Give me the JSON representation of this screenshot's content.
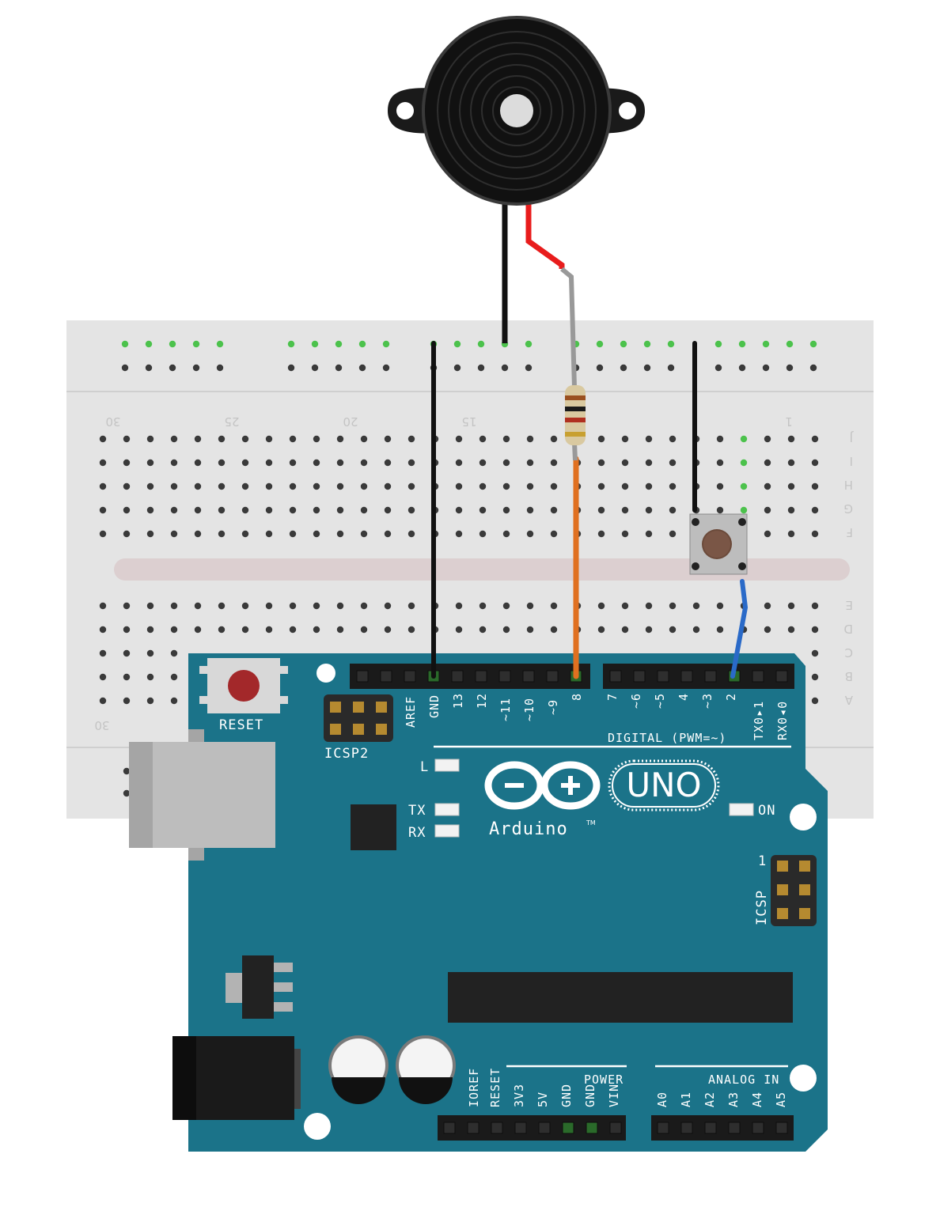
{
  "breadboard": {
    "column_numbers": [
      "30",
      "25",
      "20",
      "15",
      "1",
      "30"
    ],
    "row_letters_top": [
      "J",
      "I",
      "H",
      "G",
      "F"
    ],
    "row_letters_bottom": [
      "E",
      "D",
      "C",
      "B",
      "A"
    ]
  },
  "board": {
    "reset_label": "RESET",
    "icsp2_label": "ICSP2",
    "icsp_label": "ICSP",
    "icsp_pin1": "1",
    "led_l": "L",
    "led_tx": "TX",
    "led_rx": "RX",
    "led_on": "ON",
    "brand": "Arduino",
    "tm": "TM",
    "model": "UNO",
    "digital_label": "DIGITAL (PWM=~)",
    "digital_pins_left": [
      "AREF",
      "GND",
      "13",
      "12",
      "~11",
      "~10",
      "~9",
      "8"
    ],
    "digital_pins_right": [
      "7",
      "~6",
      "~5",
      "4",
      "~3",
      "2",
      "TX0▸1",
      "RX0◂0"
    ],
    "power_label": "POWER",
    "power_pins": [
      "IOREF",
      "RESET",
      "3V3",
      "5V",
      "GND",
      "GND",
      "VIN"
    ],
    "analog_label": "ANALOG IN",
    "analog_pins": [
      "A0",
      "A1",
      "A2",
      "A3",
      "A4",
      "A5"
    ]
  },
  "colors": {
    "board": "#1b7389",
    "board_edge": "#16637a",
    "breadboard": "#e6e6e6",
    "hole": "#3a3a3a",
    "hole_active": "#4cc24c",
    "wire_gnd": "#111111",
    "wire_signal": "#e07020",
    "wire_button": "#2a6ac8",
    "wire_buzzer_pos": "#e81c1c",
    "resistor_body": "#d9c9a0"
  },
  "components": {
    "buzzer": "piezo-buzzer",
    "resistor": "resistor",
    "button": "pushbutton"
  }
}
